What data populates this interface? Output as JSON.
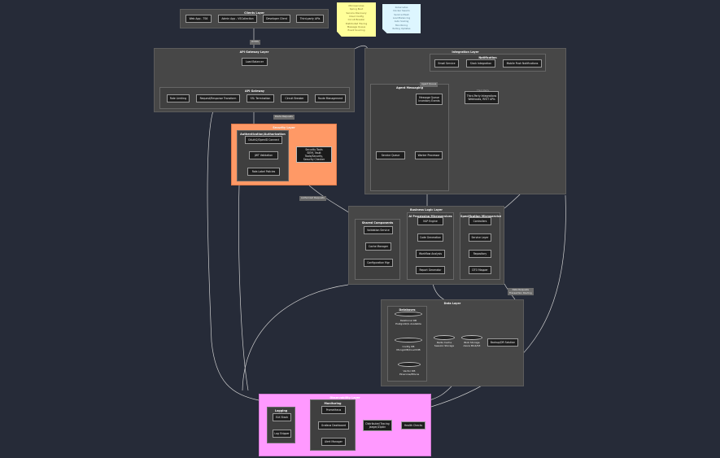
{
  "client": {
    "title": "Clients Layer",
    "items": [
      "Web App - TS6",
      "Admin App - VSCollection",
      "Developer Client",
      "Third-party APIs"
    ]
  },
  "notes": {
    "yellow": "Microservices\nSpring Boot\nService Discovery\nCloud Config\nCircuit Breaker\nDistributed Tracing\nMessage Queue\nEvent Sourcing",
    "blue": "Kubernetes\nDocker Swarm\nService Mesh\nLoad Balancing\nAuto Scaling\nMonitoring\nRolling Updates"
  },
  "edge_labels": {
    "client_gateway": "HTTPS",
    "gateway_security": "Route Requests",
    "security_business": "Authorized Requests",
    "business_data": "Data Requests\nTransaction Routing"
  },
  "gateway": {
    "title": "API Gateway Layer",
    "load_balancer": "Load Balancer",
    "cluster_title": "API Gateway",
    "items": [
      "Rate Limiting",
      "Request/Response Transform",
      "SSL Termination",
      "Circuit Breaker",
      "Route Management"
    ]
  },
  "security": {
    "title": "Security Layer",
    "auth_title": "Authentication/Authorization",
    "items": [
      "OAuth2/OpenID Connect",
      "JWT Validation",
      "Role-Label Policies"
    ],
    "box": "Security Tools\nSIEM, Vault Tools/Security,\nSecurity Checker"
  },
  "integration": {
    "title": "Integration Layer",
    "notif_title": "Notification",
    "notif_items": [
      "Email Service",
      "Slack Integration",
      "Mobile Push Notifications"
    ],
    "agent_title": "Agent Messaging",
    "agent_label": "Agent Queue",
    "agent_items": [
      "Message Queue\nInventory Events",
      "Service Queue",
      "Worker Processor"
    ],
    "third_party_label": "Third Party",
    "third_party": "Third-Party Integrations\nWebhooks, REST APIs"
  },
  "business": {
    "title": "Business Logic Layer",
    "domain_title": "Shared Components",
    "domain_items": [
      "Validation Service",
      "Cache Manager",
      "Configuration Mgr"
    ],
    "ai_title": "AI Processing Microservices",
    "ai_items": [
      "NLP Engine",
      "Code Generation",
      "Workflow Analysis",
      "Report Generator"
    ],
    "spec_title": "Specification Microservice",
    "spec_items": [
      "Controllers",
      "Service Layer",
      "Repository",
      "DTO Mapper"
    ]
  },
  "data": {
    "title": "Data Layer",
    "db_title": "Databases",
    "dbs": [
      "Relational DB\nPostgreSQL Available",
      "Config DB\nMongoDB/CouchDB",
      "Vector DB\nPinecone/Milvus"
    ],
    "redis": "Redis Cache\nSession Storage",
    "blob": "Blob Storage\nAzure Blob/S3",
    "backup": "Backup/DR Solution"
  },
  "observability": {
    "title": "Observability Layer",
    "logging_title": "Logging",
    "logging_items": [
      "ELK Stack",
      "Log Shipper"
    ],
    "monitoring_title": "Monitoring",
    "monitoring_items": [
      "Prometheus",
      "Grafana Dashboard",
      "Alert Manager"
    ],
    "tracing": "Distributed Tracing\nJaeger/Zipkin",
    "health": "Health Checks"
  },
  "colors": {
    "background": "#262b38",
    "security_fill": "#ff9966",
    "observability_fill": "#ff99ff",
    "note_yellow": "#ffff99",
    "note_blue": "#ddf6ff"
  }
}
